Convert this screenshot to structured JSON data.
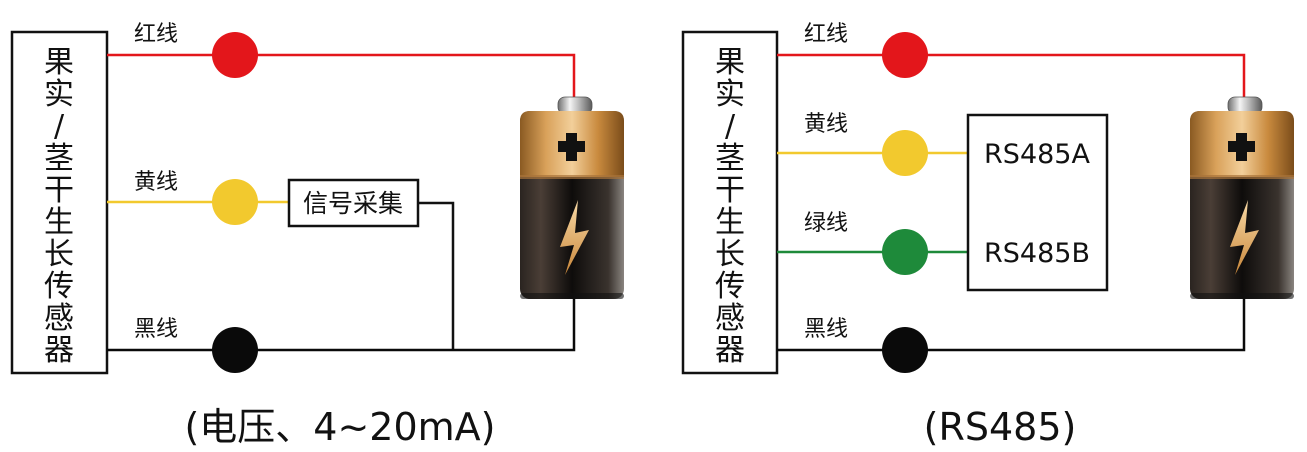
{
  "diagrams": [
    {
      "sensor_chars": [
        "果",
        "实",
        "/",
        "茎",
        "干",
        "生",
        "长",
        "传",
        "感",
        "器"
      ],
      "wires": [
        {
          "label": "红线",
          "color": "#e3161b"
        },
        {
          "label": "黄线",
          "color": "#f2c92e"
        },
        {
          "label": "黑线",
          "color": "#0a0a0a"
        }
      ],
      "module_label": "信号采集",
      "caption": "(电压、4~20mA)"
    },
    {
      "sensor_chars": [
        "果",
        "实",
        "/",
        "茎",
        "干",
        "生",
        "长",
        "传",
        "感",
        "器"
      ],
      "wires": [
        {
          "label": "红线",
          "color": "#e3161b"
        },
        {
          "label": "黄线",
          "color": "#f2c92e"
        },
        {
          "label": "绿线",
          "color": "#1e8a3a"
        },
        {
          "label": "黑线",
          "color": "#0a0a0a"
        }
      ],
      "module_labels": [
        "RS485A",
        "RS485B"
      ],
      "caption": "(RS485)"
    }
  ],
  "battery": {
    "plus_icon": "plus-icon",
    "bolt_icon": "lightning-bolt-icon",
    "gold": "#c98a3e",
    "body": "#1a1512"
  }
}
